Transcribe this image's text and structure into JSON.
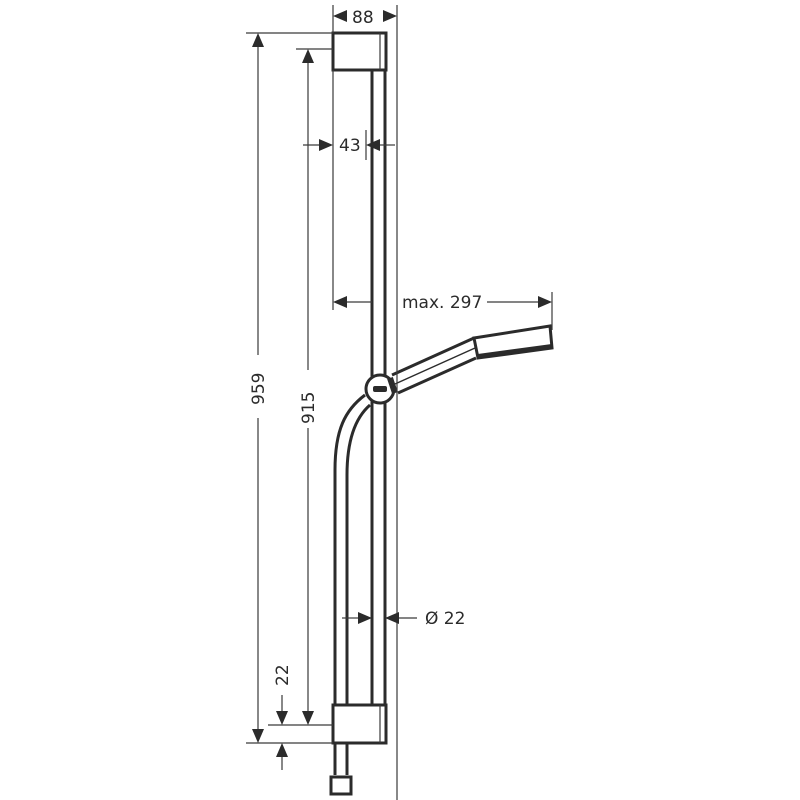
{
  "drawing": {
    "title": "Shower rail set dimension drawing",
    "colors": {
      "line": "#2b2b2b",
      "background": "#ffffff"
    },
    "dimensions": {
      "bracket_width": "88",
      "wall_distance": "43",
      "max_reach": "max. 297",
      "total_height": "959",
      "rail_height": "915",
      "bottom_offset": "22",
      "rail_diameter": "Ø 22"
    }
  }
}
